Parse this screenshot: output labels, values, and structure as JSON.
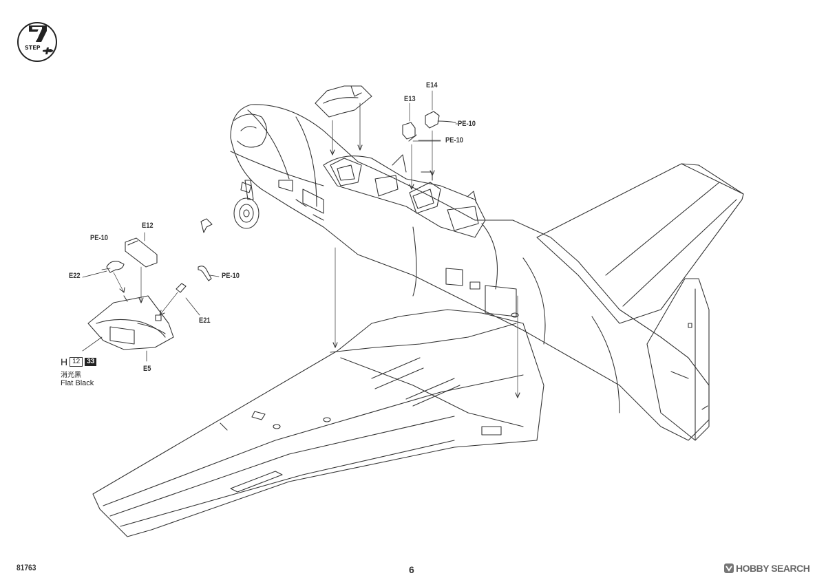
{
  "step": {
    "number": "7",
    "word": "STEP"
  },
  "parts": {
    "e14": "E14",
    "e13": "E13",
    "pe10_top1": "PE-10",
    "pe10_top2": "PE-10",
    "e12": "E12",
    "pe10_left": "PE-10",
    "e22": "E22",
    "pe10_mid": "PE-10",
    "e21": "E21",
    "e5": "E5"
  },
  "paint": {
    "letter": "H",
    "code1": "12",
    "code2": "33",
    "name_cn": "消光黑",
    "name_en": "Flat Black"
  },
  "footer": {
    "kit_code": "81763",
    "page": "6",
    "watermark": "HOBBY SEARCH"
  },
  "colors": {
    "line": "#333333",
    "badge": "#222222",
    "watermark": "#666666"
  }
}
